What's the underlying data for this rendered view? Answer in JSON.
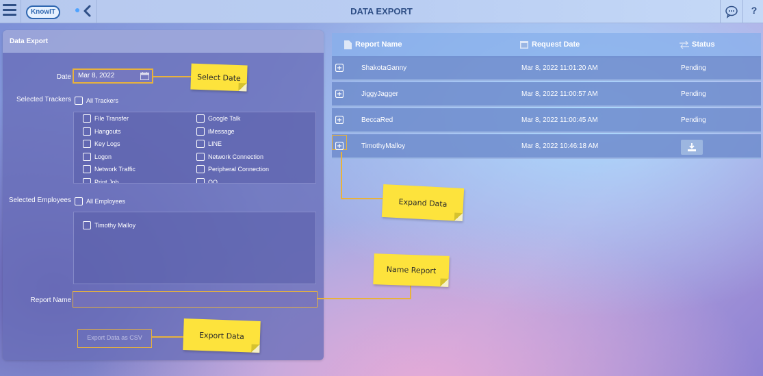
{
  "header": {
    "logo_text": "KnowIT",
    "title": "DATA EXPORT",
    "help_label": "?"
  },
  "form": {
    "panel_title": "Data Export",
    "date_label": "Date",
    "date_value": "Mar 8, 2022",
    "trackers_label": "Selected Trackers",
    "all_trackers_label": "All Trackers",
    "trackers_col1": [
      "File Transfer",
      "Hangouts",
      "Key Logs",
      "Logon",
      "Network Traffic",
      "Print Job"
    ],
    "trackers_col2": [
      "Google Talk",
      "iMessage",
      "LINE",
      "Network Connection",
      "Peripheral Connection",
      "QQ"
    ],
    "employees_label": "Selected Employees",
    "all_employees_label": "All Employees",
    "employees": [
      "Timothy Malloy"
    ],
    "report_name_label": "Report Name",
    "report_name_value": "",
    "export_button": "Export Data as CSV"
  },
  "reports": {
    "columns": [
      "Report Name",
      "Request Date",
      "Status"
    ],
    "rows": [
      {
        "name": "ShakotaGanny",
        "date": "Mar 8, 2022 11:01:20 AM",
        "status": "Pending"
      },
      {
        "name": "JiggyJagger",
        "date": "Mar 8, 2022 11:00:57 AM",
        "status": "Pending"
      },
      {
        "name": "BeccaRed",
        "date": "Mar 8, 2022 11:00:45 AM",
        "status": "Pending"
      },
      {
        "name": "TimothyMalloy",
        "date": "Mar 8, 2022 10:46:18 AM",
        "status": ""
      }
    ]
  },
  "callouts": {
    "select_date": "Select Date",
    "expand_data": "Expand Data",
    "name_report": "Name Report",
    "export_data": "Export Data"
  }
}
